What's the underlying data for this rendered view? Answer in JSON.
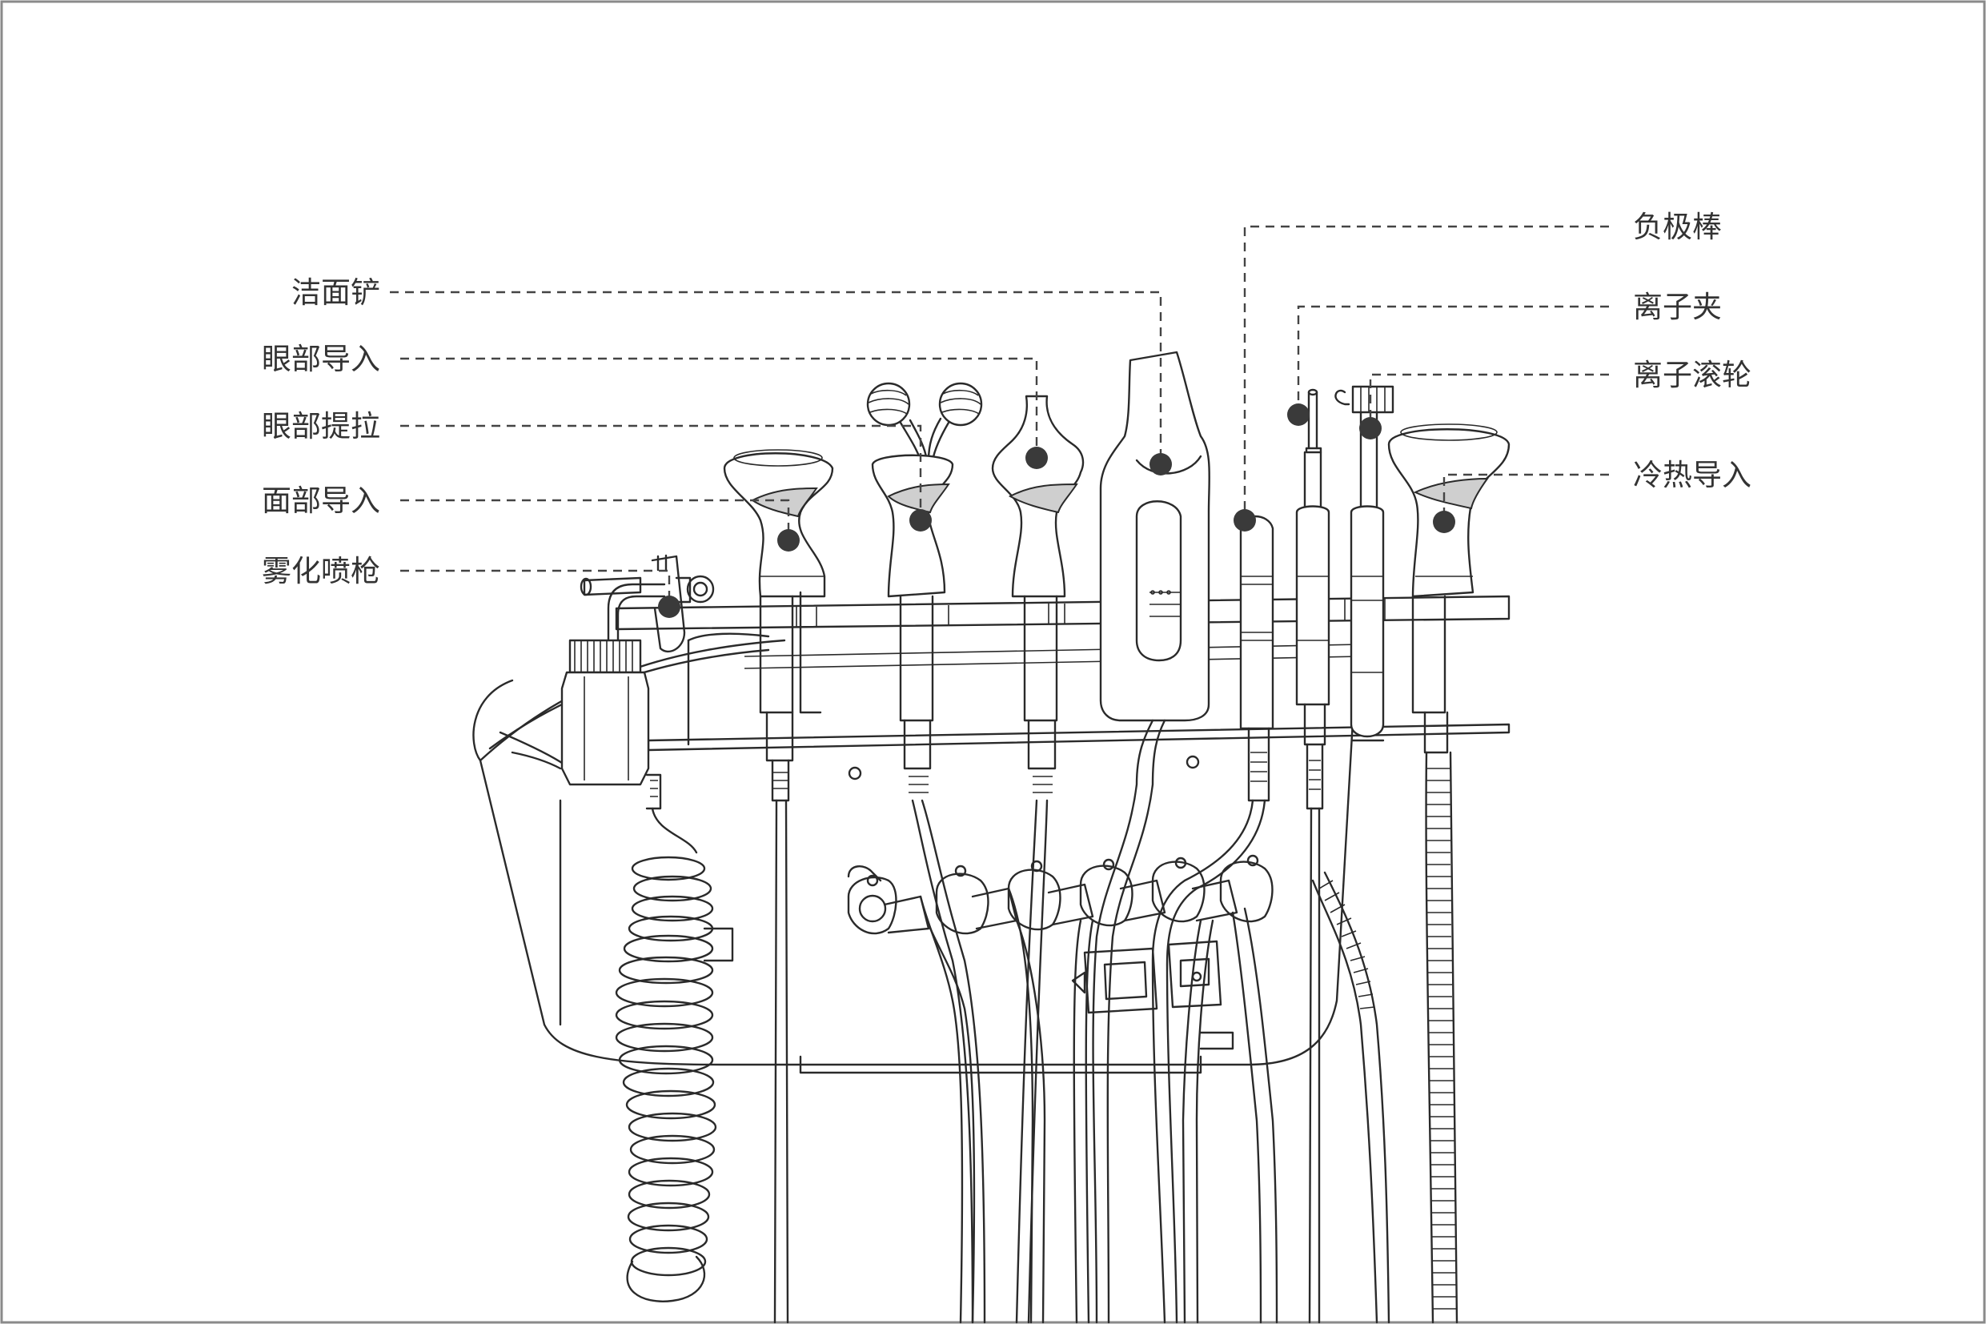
{
  "diagram": {
    "labels_left": [
      {
        "id": "cleansing-spatula",
        "text": "洁面铲"
      },
      {
        "id": "eye-infusion",
        "text": "眼部导入"
      },
      {
        "id": "eye-lift",
        "text": "眼部提拉"
      },
      {
        "id": "face-infusion",
        "text": "面部导入"
      },
      {
        "id": "spray-gun",
        "text": "雾化喷枪"
      }
    ],
    "labels_right": [
      {
        "id": "negative-electrode-bar",
        "text": "负极棒"
      },
      {
        "id": "ion-clip",
        "text": "离子夹"
      },
      {
        "id": "ion-roller",
        "text": "离子滚轮"
      },
      {
        "id": "hot-cold-infusion",
        "text": "冷热导入"
      }
    ],
    "colors": {
      "line": "#2a2a2a",
      "label": "#333333",
      "marker": "#3a3a3a",
      "border": "#8a8a8a"
    }
  }
}
